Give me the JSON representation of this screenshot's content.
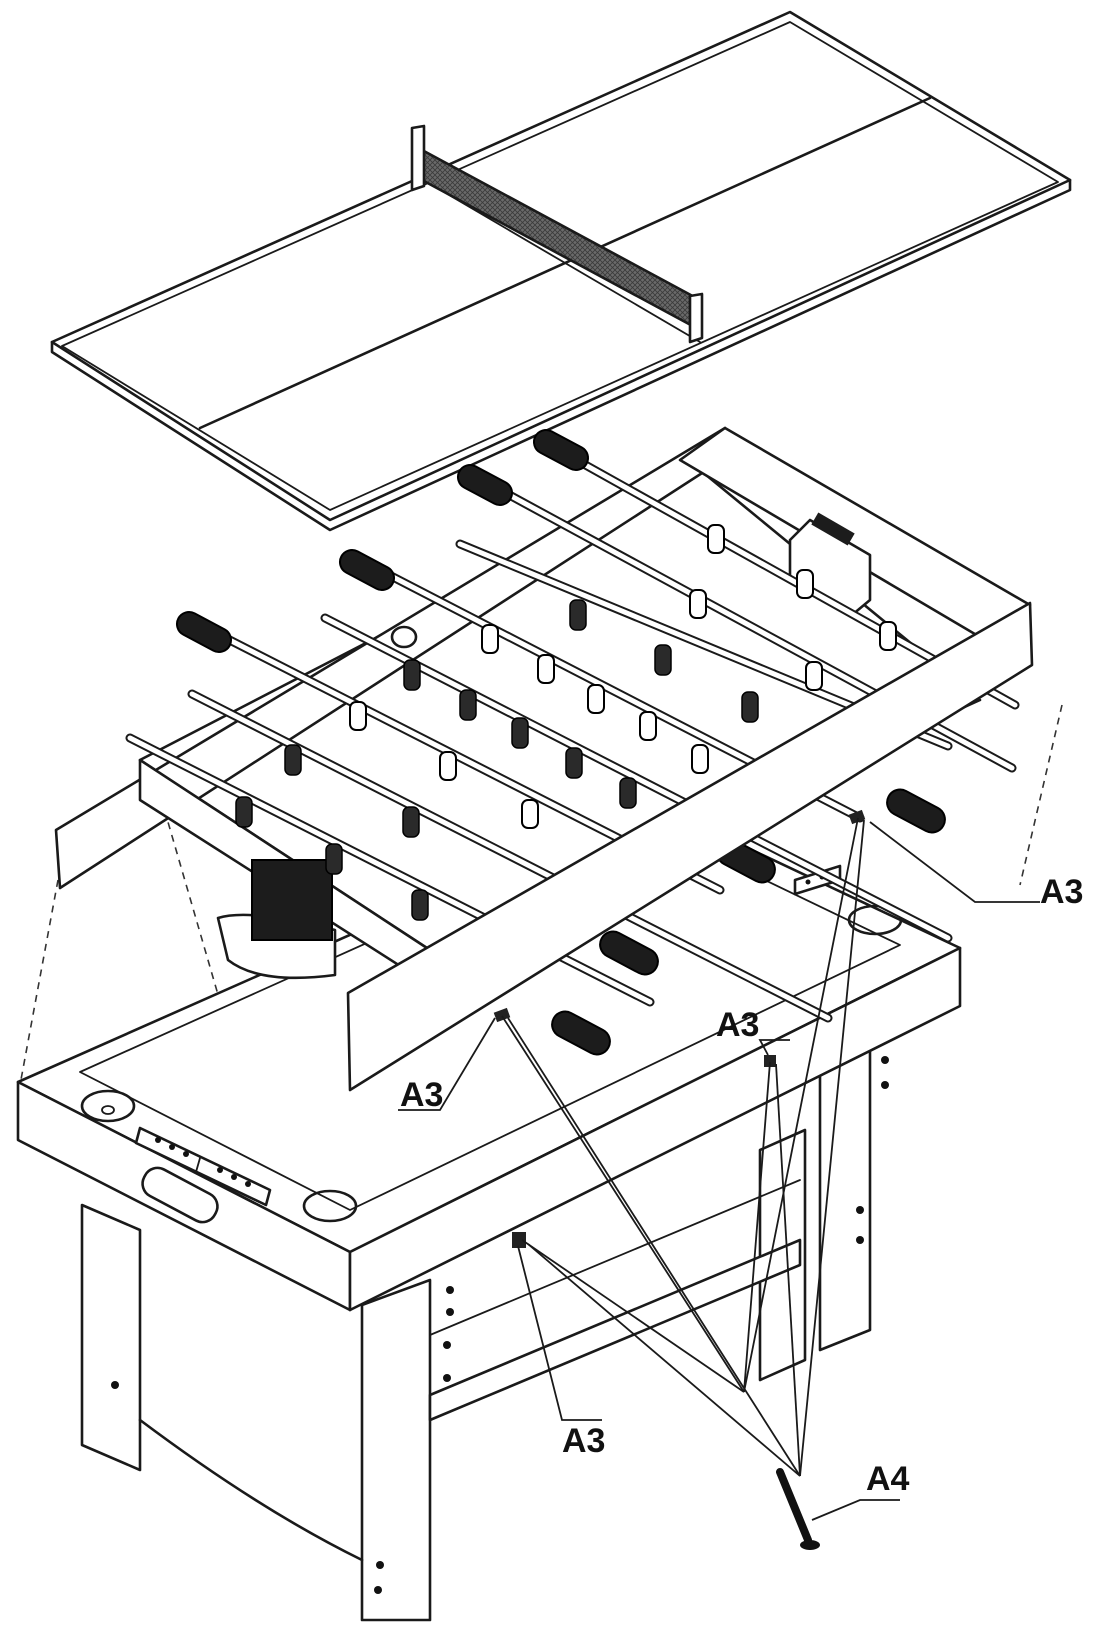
{
  "colors": {
    "line": "#1a1a1a",
    "background": "#ffffff",
    "dark_fill": "#1c1c1c",
    "net": "#555555"
  },
  "labels": {
    "a3_right": "A3",
    "a3_upper": "A3",
    "a3_left": "A3",
    "a3_bottom": "A3",
    "a4": "A4"
  },
  "icons": [
    "ping-pong-top-icon",
    "net-icon",
    "foosball-rod-icon",
    "screw-icon",
    "cup-holder-icon",
    "score-counter-icon"
  ]
}
